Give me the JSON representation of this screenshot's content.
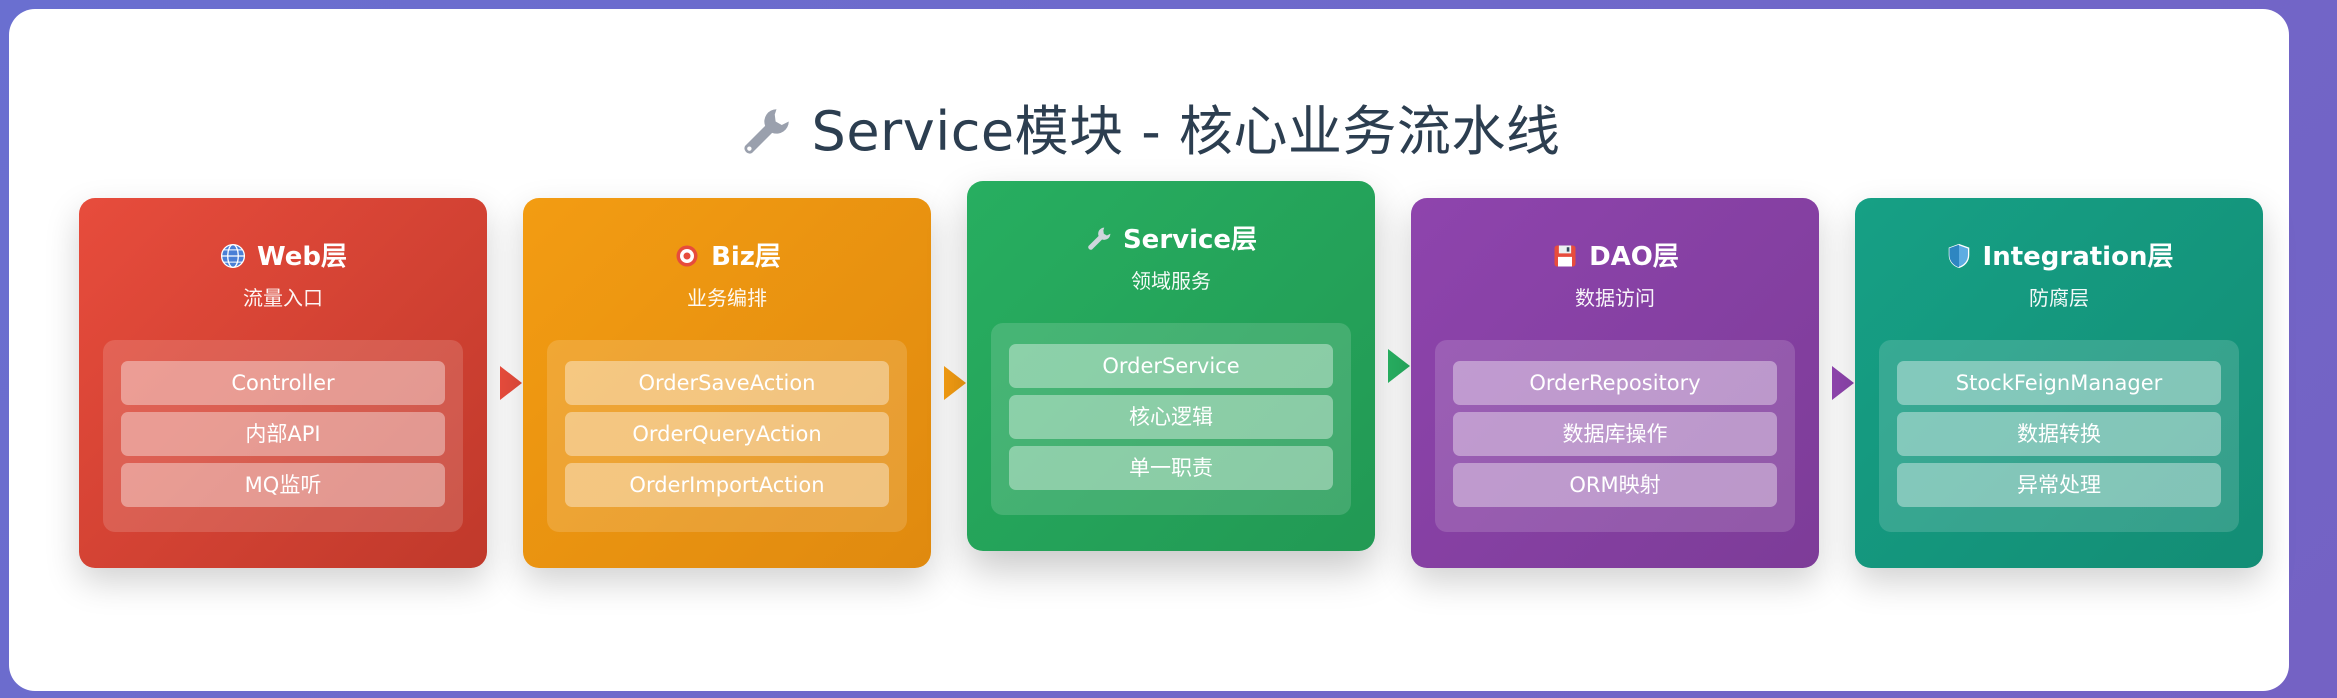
{
  "title": "Service模块 - 核心业务流水线",
  "icons": {
    "title": "wrench-icon"
  },
  "colors": {
    "web": [
      "#e74c3c",
      "#c0392b"
    ],
    "biz": [
      "#f39c12",
      "#e08a0f"
    ],
    "service": [
      "#27ae60",
      "#229954"
    ],
    "dao": [
      "#8e44ad",
      "#7d3c98"
    ],
    "integration": [
      "#16a085",
      "#138d75"
    ]
  },
  "layers": [
    {
      "key": "web",
      "name": "Web层",
      "icon": "globe-icon",
      "subtitle": "流量入口",
      "items": [
        "Controller",
        "内部API",
        "MQ监听"
      ]
    },
    {
      "key": "biz",
      "name": "Biz层",
      "icon": "target-icon",
      "subtitle": "业务编排",
      "items": [
        "OrderSaveAction",
        "OrderQueryAction",
        "OrderImportAction"
      ]
    },
    {
      "key": "service",
      "name": "Service层",
      "icon": "wrench-icon",
      "subtitle": "领域服务",
      "items": [
        "OrderService",
        "核心逻辑",
        "单一职责"
      ]
    },
    {
      "key": "dao",
      "name": "DAO层",
      "icon": "floppy-disk-icon",
      "subtitle": "数据访问",
      "items": [
        "OrderRepository",
        "数据库操作",
        "ORM映射"
      ]
    },
    {
      "key": "integration",
      "name": "Integration层",
      "icon": "shield-icon",
      "subtitle": "防腐层",
      "items": [
        "StockFeignManager",
        "数据转换",
        "异常处理"
      ]
    }
  ]
}
